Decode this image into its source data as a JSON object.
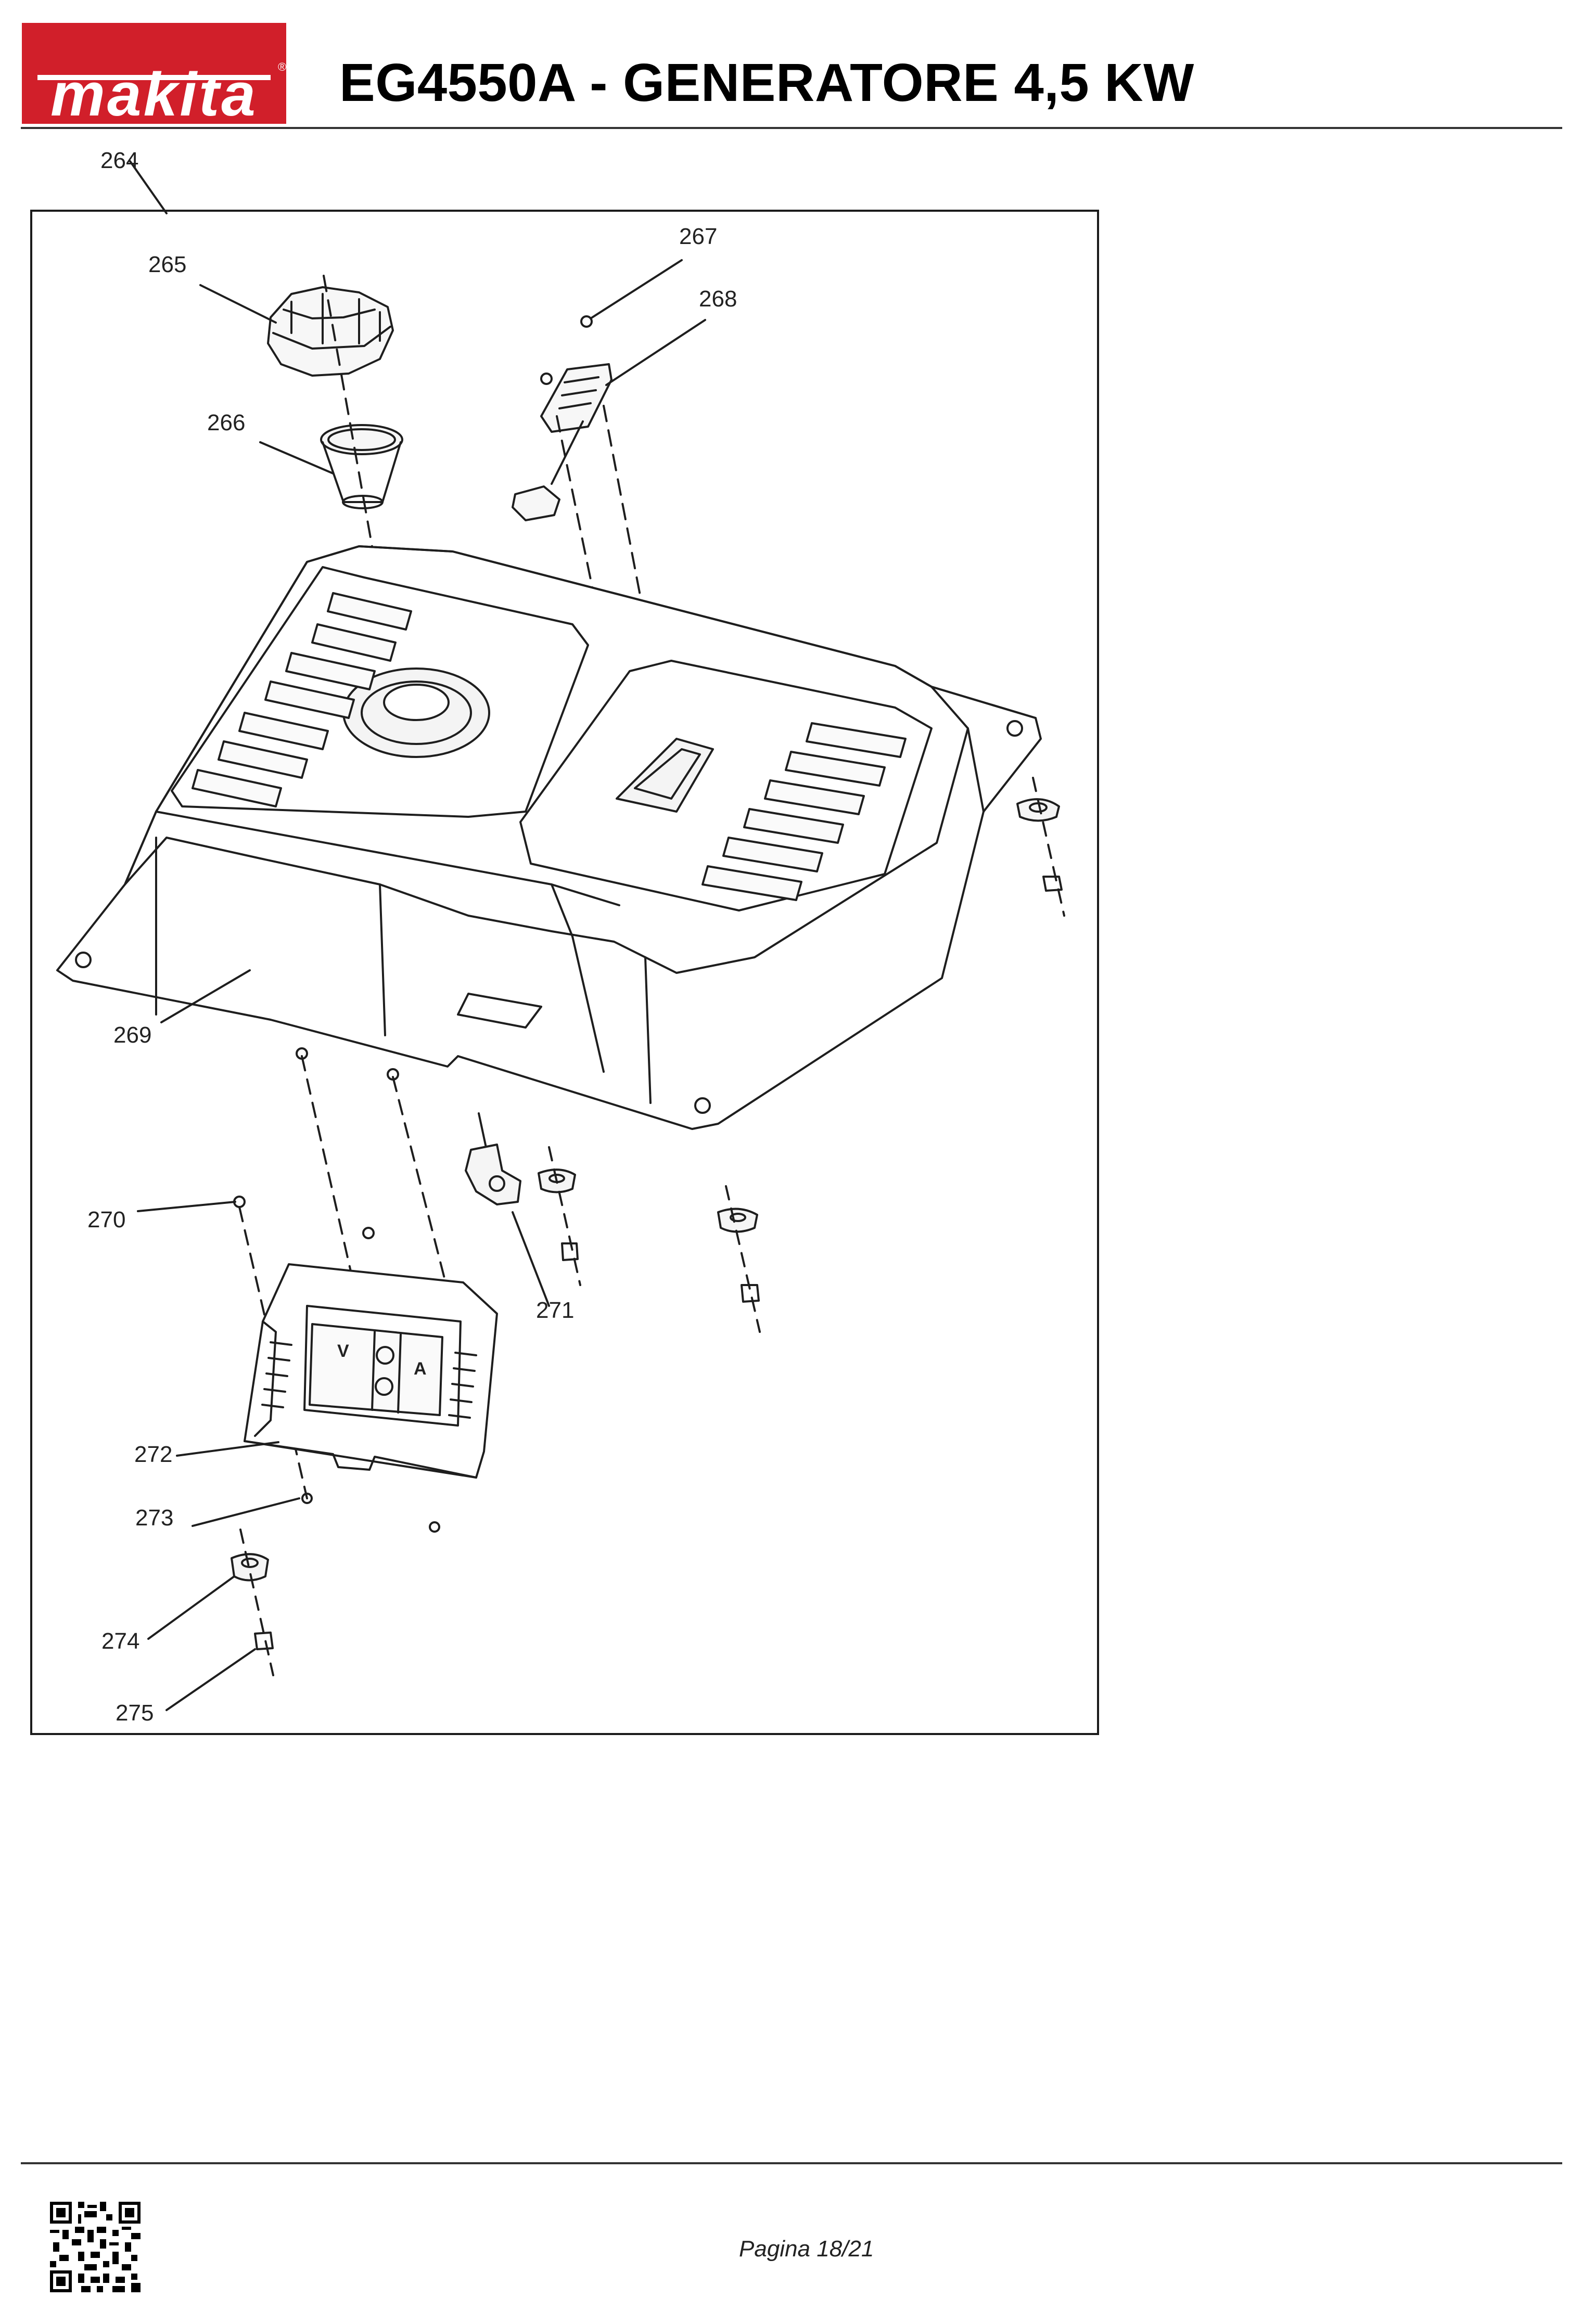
{
  "header": {
    "brand": "makita",
    "brand_color": "#d11f2a",
    "title": "EG4550A - GENERATORE 4,5 KW"
  },
  "diagram": {
    "part_labels": [
      "264",
      "265",
      "266",
      "267",
      "268",
      "269",
      "270",
      "271",
      "272",
      "273",
      "274",
      "275"
    ],
    "panel_markings": {
      "volt": "V",
      "amp": "A"
    }
  },
  "footer": {
    "page": "Pagina 18/21",
    "qr_icon": "qr-code-icon"
  }
}
